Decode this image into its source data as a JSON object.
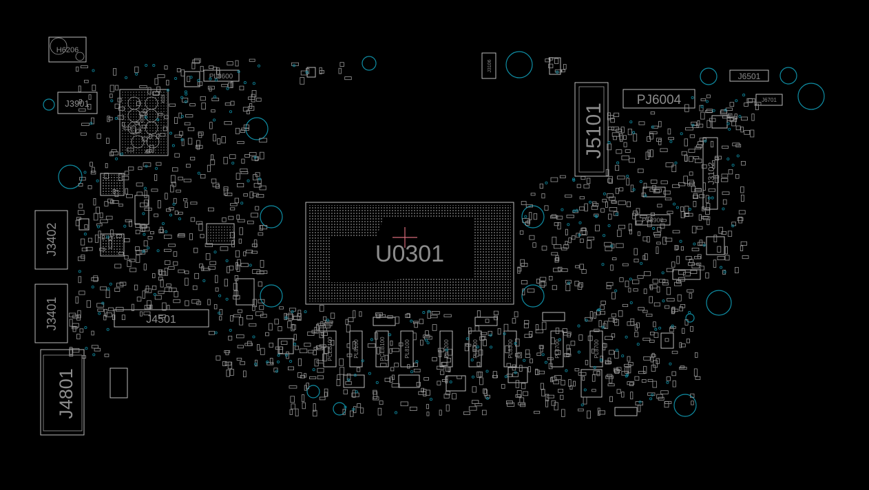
{
  "board": {
    "background_color": "#000000",
    "outline_color": "#bdbdbd",
    "mounting_hole_color": "#0f8fa6",
    "cursor_color": "#d86a7a",
    "cpu_label": "U0301",
    "connectors": {
      "j5101": "J5101",
      "pj6004": "PJ6004",
      "j4801": "J4801",
      "j4501": "J4501",
      "j3402": "J3402",
      "j3401": "J3401",
      "j3102": "J3102",
      "j3901": "J3901",
      "j6501": "J6501",
      "h6206": "H6206",
      "pl8600": "PL8600",
      "j6701": "J6701",
      "pl8900": "PL8900",
      "j3106": "J3106"
    },
    "inductors": [
      "PCEB100",
      "PL8100",
      "PCEB100",
      "PL8100",
      "PL8200",
      "PL8200",
      "PL8300",
      "PL8700",
      "PL8700"
    ]
  }
}
